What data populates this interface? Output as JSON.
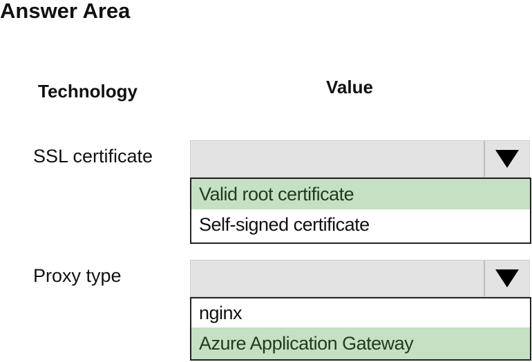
{
  "title": "Answer Area",
  "headers": {
    "technology": "Technology",
    "value": "Value"
  },
  "rows": [
    {
      "label": "SSL certificate",
      "options": [
        "Valid root certificate",
        "Self-signed certificate"
      ],
      "selected": 0
    },
    {
      "label": "Proxy type",
      "options": [
        "nginx",
        "Azure Application Gateway"
      ],
      "selected": 1
    }
  ],
  "colors": {
    "selected": "#c5e0c3",
    "dropdown": "#e3e3e3"
  }
}
